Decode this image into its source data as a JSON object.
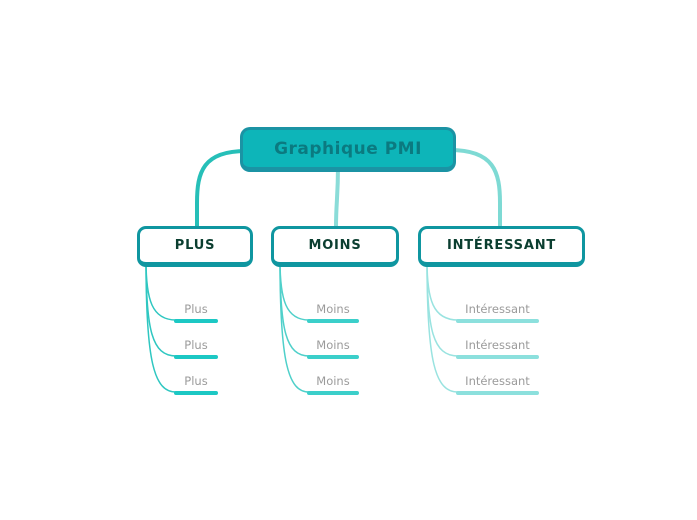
{
  "diagram": {
    "title": "Graphique PMI",
    "root": {
      "label": "Graphique PMI"
    },
    "branches": [
      {
        "label": "PLUS",
        "children": [
          {
            "label": "Plus"
          },
          {
            "label": "Plus"
          },
          {
            "label": "Plus"
          }
        ]
      },
      {
        "label": "MOINS",
        "children": [
          {
            "label": "Moins"
          },
          {
            "label": "Moins"
          },
          {
            "label": "Moins"
          }
        ]
      },
      {
        "label": "INTÉRESSANT",
        "children": [
          {
            "label": "Intéressant"
          },
          {
            "label": "Intéressant"
          },
          {
            "label": "Intéressant"
          }
        ]
      }
    ],
    "colors": {
      "canvas_bg": "#ffffff",
      "root_fill": "#0db5b9",
      "root_border": "#1b93a4",
      "root_text": "#0b7a80",
      "branch_border": "#0f96a0",
      "branch_text": "#0b3e30",
      "leaf_text": "#9b9b9b",
      "connector_root_left": "#26bfb8",
      "connector_root_middle": "#8adcd8",
      "connector_root_right": "#7edad4",
      "branch1_line": "#2fc7c1",
      "branch1_underline": "#1cc8c4",
      "branch2_line": "#4fd0ca",
      "branch2_underline": "#3bcfca",
      "branch3_line": "#99e3e0",
      "bran3_note": "",
      "branch3_underline": "#8ce0dd"
    }
  }
}
